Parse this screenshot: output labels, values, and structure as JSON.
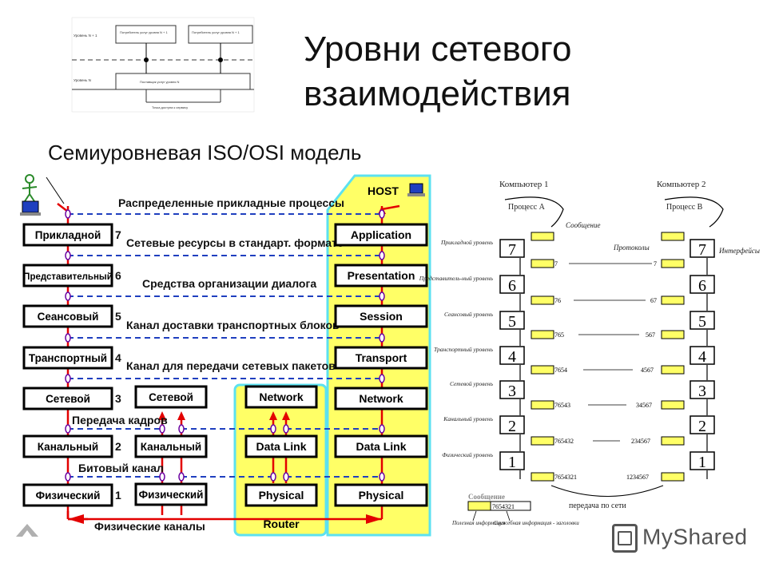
{
  "slide": {
    "title": "Уровни сетевого взаимодействия",
    "subtitle": "Семиуровневая ISO/OSI модель"
  },
  "top_diagram": {
    "level_n1": "Уровень N + 1",
    "level_n": "Уровень N",
    "consumer": "Потребитель услуг уровня N + 1",
    "provider": "Поставщик услуг уровня N",
    "access_point": "Точка доступа к сервису"
  },
  "osi_left": {
    "host_label": "HOST",
    "router_label": "Router",
    "layers_ru": [
      "Прикладной",
      "Представительный",
      "Сеансовый",
      "Транспортный",
      "Сетевой",
      "Канальный",
      "Физический"
    ],
    "layer_numbers": [
      "7",
      "6",
      "5",
      "4",
      "3",
      "2",
      "1"
    ],
    "layers_en": [
      "Application",
      "Presentation",
      "Session",
      "Transport",
      "Network",
      "Data Link",
      "Physical"
    ],
    "intermediate_ru": [
      "Сетевой",
      "Канальный",
      "Физический"
    ],
    "router_layers": [
      "Network",
      "Data Link",
      "Physical"
    ],
    "channel_labels": [
      "Распределенные прикладные процессы",
      "Сетевые ресурсы в стандарт. формате",
      "Средства организации диалога",
      "Канал доставки транспортных блоков",
      "Канал для передачи сетевых пакетов",
      "Передача кадров",
      "Битовый канал",
      "Физические каналы"
    ]
  },
  "osi_right": {
    "computer1": "Компьютер 1",
    "computer2": "Компьютер 2",
    "process_a": "Процесс А",
    "process_b": "Процесс В",
    "message": "Сообщение",
    "protocols": "Протоколы",
    "interfaces": "Интерфейсы",
    "numbers": [
      "7",
      "6",
      "5",
      "4",
      "3",
      "2",
      "1"
    ],
    "layer_names": [
      "Прикладной уровень",
      "Представитель-ный уровень",
      "Сеансовый уровень",
      "Транспортный уровень",
      "Сетевой уровень",
      "Канальный уровень",
      "Физический уровень"
    ],
    "network_transfer": "передача по сети",
    "legend_message": "Сообщение",
    "legend_useful": "Полезная информация",
    "legend_service": "Служебная информация - заголовки",
    "headers_left": [
      "7",
      "76",
      "765",
      "7654",
      "76543",
      "765432",
      "7654321"
    ],
    "headers_right": [
      "7",
      "67",
      "567",
      "4567",
      "34567",
      "234567",
      "1234567"
    ],
    "legend_headers": "7654321"
  },
  "colors": {
    "yellow": "#ffff66",
    "cyan": "#5ce1f0",
    "red": "#e30000",
    "blue": "#1f3fbf"
  },
  "watermark": "MyShared"
}
